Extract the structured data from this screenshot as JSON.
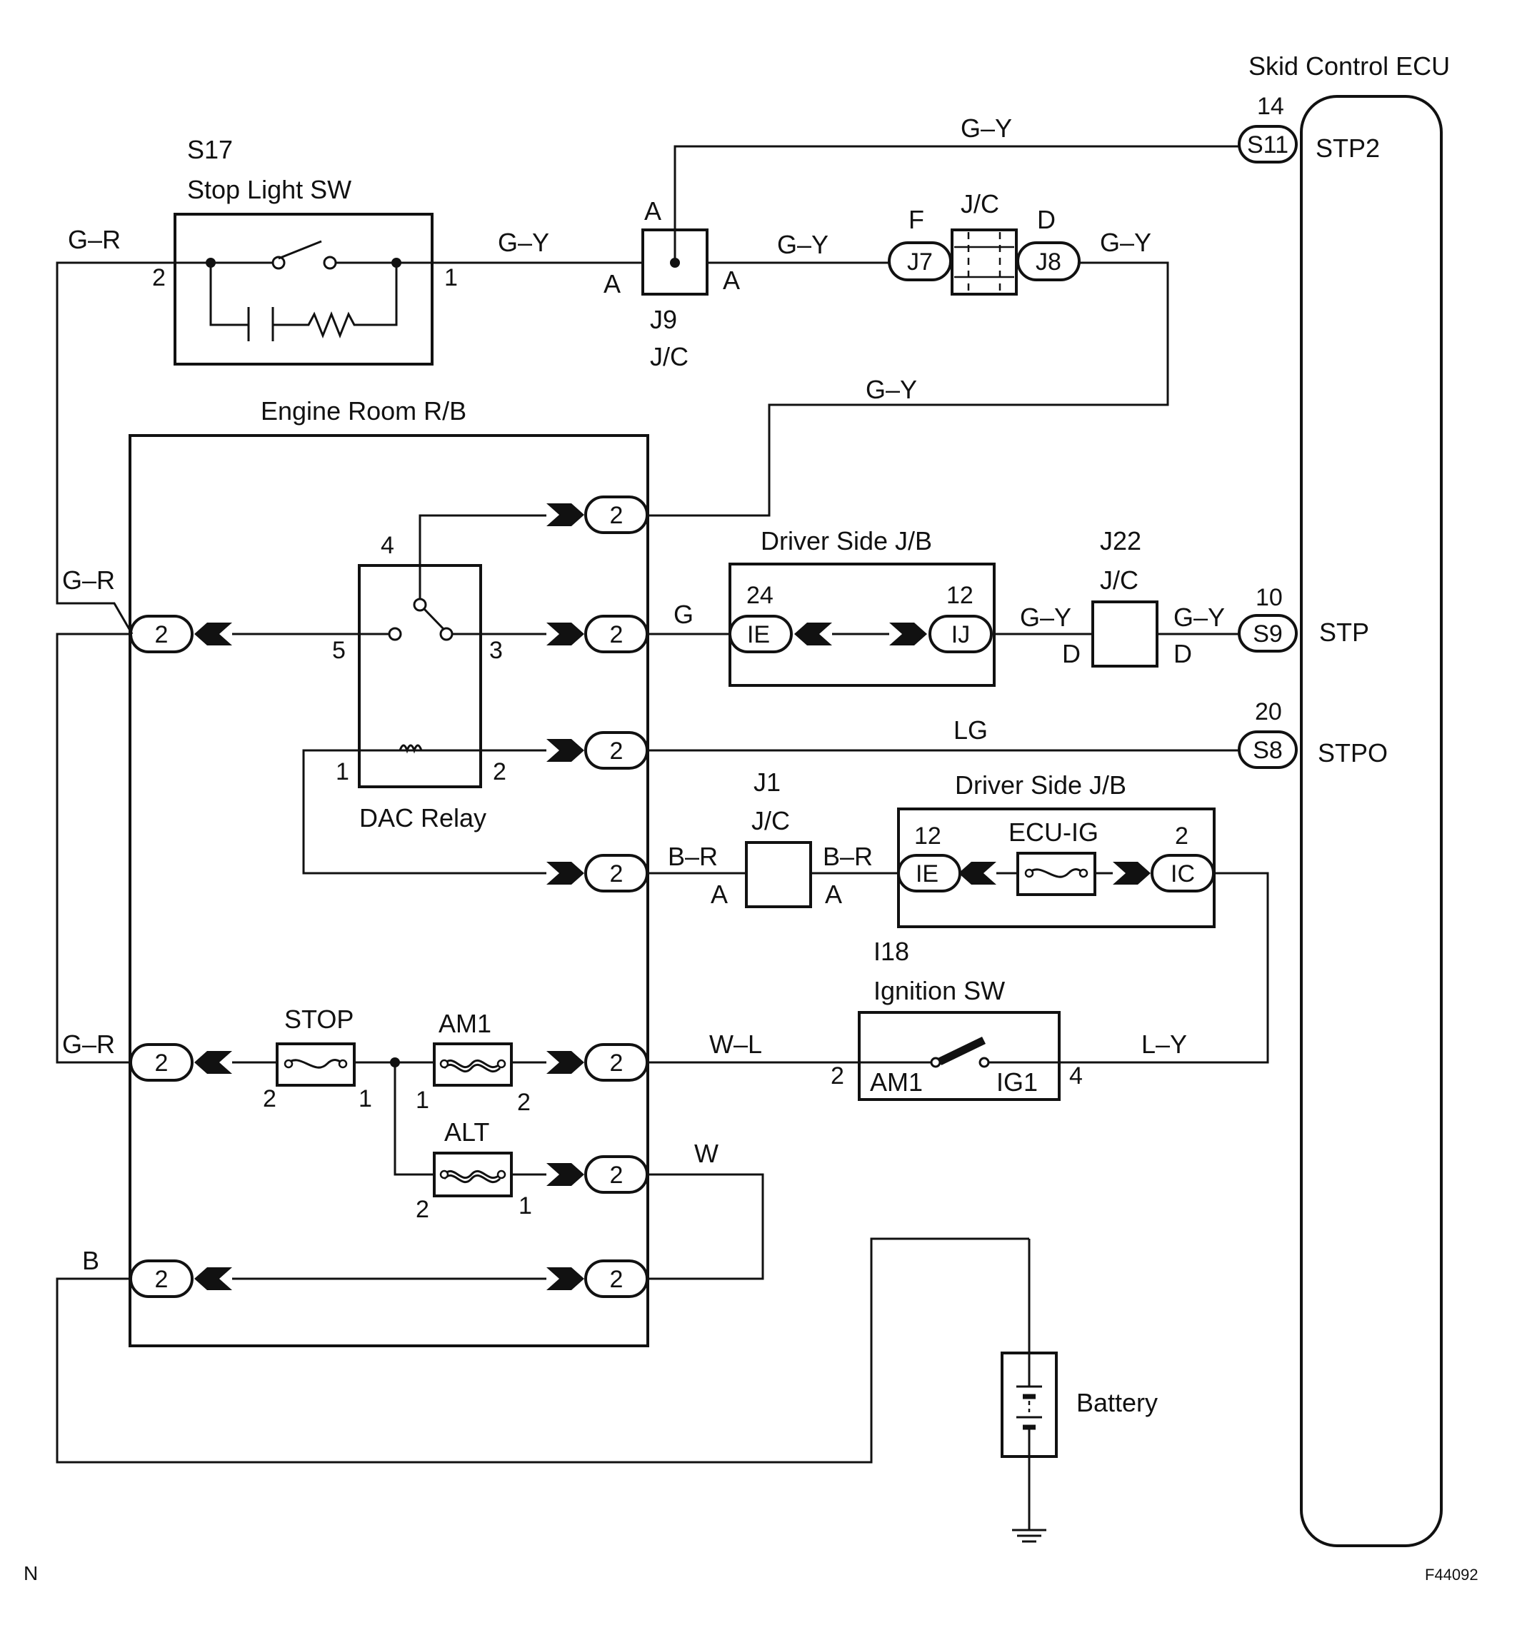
{
  "skid_ecu": {
    "title": "Skid Control ECU",
    "stp2": "STP2",
    "stp": "STP",
    "stpo": "STPO",
    "pin_s11": "14",
    "pin_s9": "10",
    "pin_s8": "20",
    "conn_s11": "S11",
    "conn_s9": "S9",
    "conn_s8": "S8"
  },
  "stop_light_sw": {
    "code": "S17",
    "name": "Stop Light SW",
    "pin2": "2",
    "pin1": "1"
  },
  "j9": {
    "name": "J9",
    "type": "J/C",
    "a_top": "A",
    "a_left": "A",
    "a_right": "A"
  },
  "jc_j7_j8": {
    "type": "J/C",
    "j7": "J7",
    "j8": "J8",
    "f": "F",
    "d": "D"
  },
  "engine_room_rb": {
    "name": "Engine Room R/B",
    "conn": "2"
  },
  "dac_relay": {
    "name": "DAC Relay",
    "p4": "4",
    "p5": "5",
    "p3": "3",
    "p1": "1",
    "p2": "2"
  },
  "driver_jb_1": {
    "name": "Driver Side J/B",
    "pin24": "24",
    "pin12": "12",
    "ie": "IE",
    "ij": "IJ"
  },
  "j22": {
    "name": "J22",
    "type": "J/C",
    "d_left": "D",
    "d_right": "D"
  },
  "j1": {
    "name": "J1",
    "type": "J/C",
    "a_left": "A",
    "a_right": "A"
  },
  "driver_jb_2": {
    "name": "Driver Side J/B",
    "fuse": "ECU-IG",
    "pin12": "12",
    "pin2": "2",
    "ie": "IE",
    "ic": "IC"
  },
  "ignition_sw": {
    "code": "I18",
    "name": "Ignition SW",
    "am1": "AM1",
    "ig1": "IG1",
    "pin2": "2",
    "pin4": "4"
  },
  "fuses": {
    "stop": "STOP",
    "am1": "AM1",
    "alt": "ALT",
    "stop_p2": "2",
    "stop_p1": "1",
    "am1_p1": "1",
    "am1_p2": "2",
    "alt_p2": "2",
    "alt_p1": "1"
  },
  "battery": {
    "name": "Battery"
  },
  "wires": {
    "g_r": "G–R",
    "g_y": "G–Y",
    "g": "G",
    "lg": "LG",
    "b_r": "B–R",
    "w_l": "W–L",
    "l_y": "L–Y",
    "w": "W",
    "b": "B"
  },
  "corner": {
    "left": "N",
    "right": "F44092"
  }
}
